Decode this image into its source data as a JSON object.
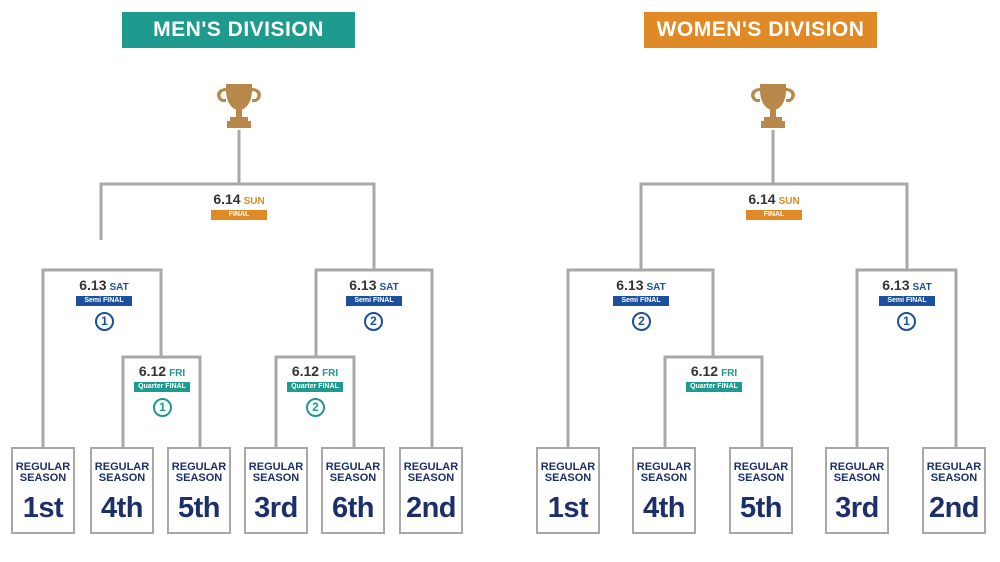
{
  "colors": {
    "teal": "#1e9a8e",
    "orange": "#e08a27",
    "navy": "#1c2f6a",
    "semi_blue": "#1c4f9c",
    "line_gray": "#a8a8a8",
    "trophy": "#b8874a"
  },
  "men": {
    "title": "MEN'S DIVISION",
    "final": {
      "date": "6.14",
      "day": "SUN",
      "tag": "FINAL"
    },
    "semi_left": {
      "date": "6.13",
      "day": "SAT",
      "tag": "Semi FINAL",
      "num": "1"
    },
    "semi_right": {
      "date": "6.13",
      "day": "SAT",
      "tag": "Semi FINAL",
      "num": "2"
    },
    "quarter_left": {
      "date": "6.12",
      "day": "FRI",
      "tag": "Quarter FINAL",
      "num": "1"
    },
    "quarter_right": {
      "date": "6.12",
      "day": "FRI",
      "tag": "Quarter FINAL",
      "num": "2"
    },
    "seeds": [
      {
        "label": "REGULAR SEASON",
        "rank": "1st"
      },
      {
        "label": "REGULAR SEASON",
        "rank": "4th"
      },
      {
        "label": "REGULAR SEASON",
        "rank": "5th"
      },
      {
        "label": "REGULAR SEASON",
        "rank": "3rd"
      },
      {
        "label": "REGULAR SEASON",
        "rank": "6th"
      },
      {
        "label": "REGULAR SEASON",
        "rank": "2nd"
      }
    ]
  },
  "women": {
    "title": "WOMEN'S DIVISION",
    "final": {
      "date": "6.14",
      "day": "SUN",
      "tag": "FINAL"
    },
    "semi_left": {
      "date": "6.13",
      "day": "SAT",
      "tag": "Semi FINAL",
      "num": "2"
    },
    "semi_right": {
      "date": "6.13",
      "day": "SAT",
      "tag": "Semi FINAL",
      "num": "1"
    },
    "quarter": {
      "date": "6.12",
      "day": "FRI",
      "tag": "Quarter FINAL"
    },
    "seeds": [
      {
        "label": "REGULAR SEASON",
        "rank": "1st"
      },
      {
        "label": "REGULAR SEASON",
        "rank": "4th"
      },
      {
        "label": "REGULAR SEASON",
        "rank": "5th"
      },
      {
        "label": "REGULAR SEASON",
        "rank": "3rd"
      },
      {
        "label": "REGULAR SEASON",
        "rank": "2nd"
      }
    ]
  }
}
